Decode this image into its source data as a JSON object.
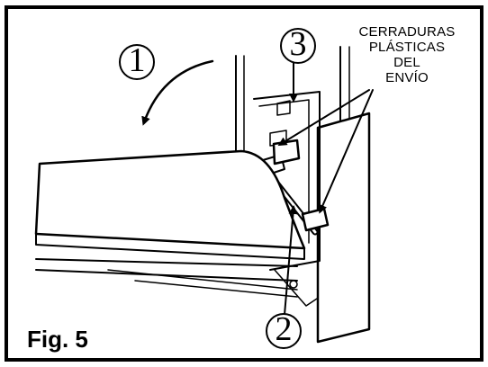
{
  "figure": {
    "label": "Fig. 5",
    "callouts": [
      "1",
      "2",
      "3"
    ],
    "lock_label_lines": [
      "CERRADURAS",
      "PLÁSTICAS",
      "DEL",
      "ENVÍO"
    ]
  }
}
